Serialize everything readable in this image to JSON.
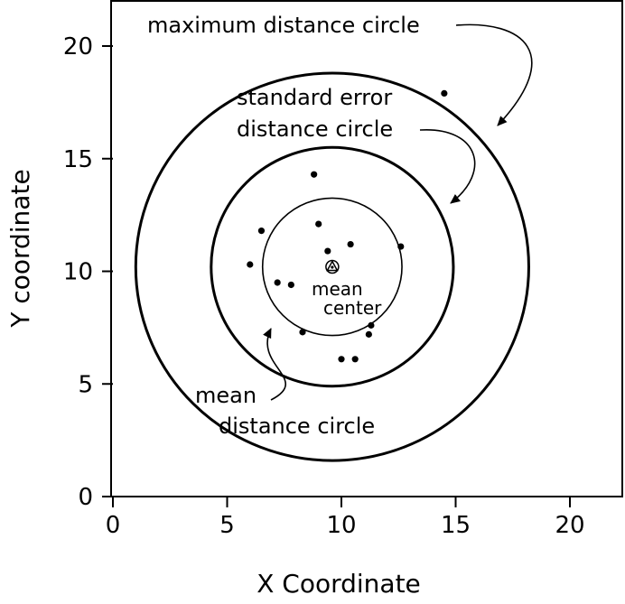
{
  "chart_data": {
    "type": "scatter",
    "title": "",
    "xlabel": "X Coordinate",
    "ylabel": "Y coordinate",
    "xlim": [
      0,
      22
    ],
    "ylim": [
      0,
      22
    ],
    "xticks": [
      0,
      5,
      10,
      15,
      20
    ],
    "yticks": [
      0,
      5,
      10,
      15,
      20
    ],
    "grid": false,
    "points": [
      {
        "x": 14.5,
        "y": 17.9
      },
      {
        "x": 8.8,
        "y": 14.3
      },
      {
        "x": 9.0,
        "y": 12.1
      },
      {
        "x": 6.5,
        "y": 11.8
      },
      {
        "x": 10.4,
        "y": 11.2
      },
      {
        "x": 12.6,
        "y": 11.1
      },
      {
        "x": 9.4,
        "y": 10.9
      },
      {
        "x": 6.0,
        "y": 10.3
      },
      {
        "x": 7.2,
        "y": 9.5
      },
      {
        "x": 7.8,
        "y": 9.4
      },
      {
        "x": 11.3,
        "y": 7.6
      },
      {
        "x": 8.3,
        "y": 7.3
      },
      {
        "x": 11.2,
        "y": 7.2
      },
      {
        "x": 10.0,
        "y": 6.1
      },
      {
        "x": 10.6,
        "y": 6.1
      }
    ],
    "mean_center": {
      "x": 9.6,
      "y": 10.2
    },
    "circles": [
      {
        "name": "mean distance circle",
        "center": {
          "x": 9.6,
          "y": 10.2
        },
        "radius": 3.05
      },
      {
        "name": "standard error distance circle",
        "center": {
          "x": 9.6,
          "y": 10.2
        },
        "radius": 5.3
      },
      {
        "name": "maximum distance circle",
        "center": {
          "x": 9.6,
          "y": 10.2
        },
        "radius": 8.6
      }
    ],
    "annotations": {
      "max_circle": "maximum distance circle",
      "se_circle_line1": "standard error",
      "se_circle_line2": "distance circle",
      "mean_circle_line1": "mean",
      "mean_circle_line2": "distance circle",
      "mean_center_line1": "mean",
      "mean_center_line2": "center"
    }
  }
}
